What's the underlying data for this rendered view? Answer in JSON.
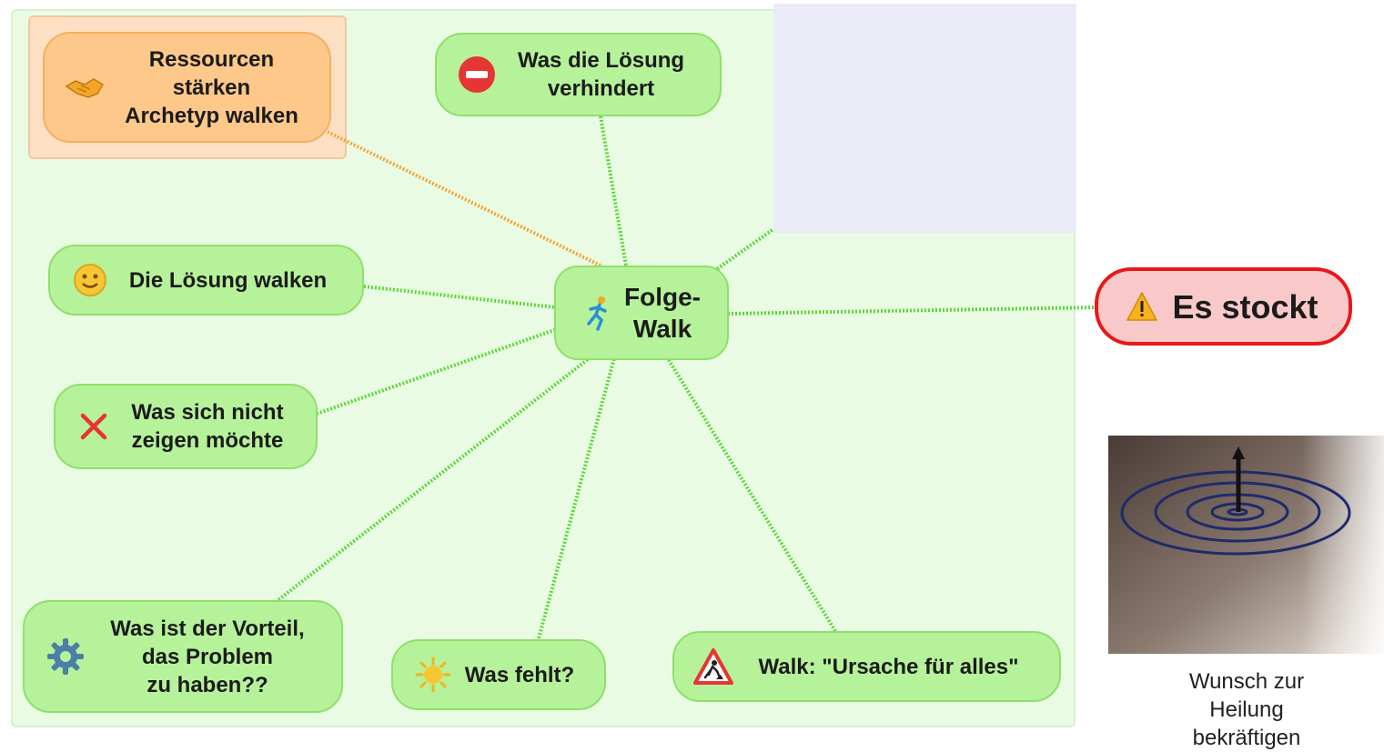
{
  "diagram": {
    "center": {
      "label_line1": "Folge-",
      "label_line2": "Walk",
      "icon": "walker-icon"
    },
    "nodes": {
      "ressourcen": {
        "line1": "Ressourcen",
        "line2": "stärken",
        "line3": "Archetyp walken",
        "icon": "handshake-icon"
      },
      "verhindert": {
        "line1": "Was die Lösung",
        "line2": "verhindert",
        "icon": "no-entry-icon"
      },
      "loesung": {
        "label": "Die Lösung walken",
        "icon": "smiley-icon"
      },
      "nicht_zeigen": {
        "line1": "Was sich nicht",
        "line2": "zeigen möchte",
        "icon": "cross-icon"
      },
      "vorteil": {
        "line1": "Was ist der Vorteil,",
        "line2": "das Problem",
        "line3": "zu haben??",
        "icon": "gear-icon"
      },
      "fehlt": {
        "label": "Was fehlt?",
        "icon": "sun-icon"
      },
      "ursache": {
        "label": "Walk: \"Ursache für alles\"",
        "icon": "road-work-icon"
      },
      "stockt": {
        "label": "Es stockt",
        "icon": "warning-icon"
      }
    },
    "photo_caption": {
      "line1": "Wunsch zur",
      "line2": "Heilung",
      "line3": "bekräftigen"
    },
    "colors": {
      "node_fill": "#b6f29a",
      "node_border": "#8ee06a",
      "link": "#5cd63a",
      "orange_fill": "#fdc88a",
      "red_border": "#e81818"
    }
  }
}
